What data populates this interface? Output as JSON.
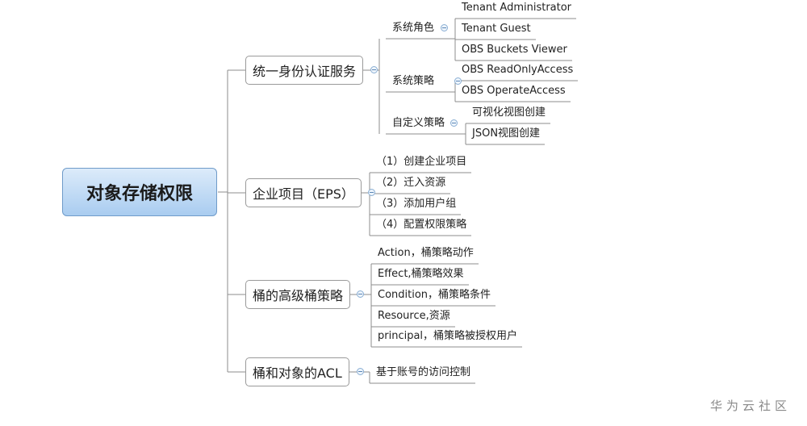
{
  "root": {
    "label": "对象存储权限"
  },
  "branches": [
    {
      "label": "统一身份认证服务",
      "groups": [
        {
          "label": "系统角色",
          "items": [
            "Tenant Administrator",
            "Tenant Guest",
            "OBS Buckets Viewer"
          ]
        },
        {
          "label": "系统策略",
          "items": [
            "OBS ReadOnlyAccess",
            "OBS OperateAccess"
          ]
        },
        {
          "label": "自定义策略",
          "items": [
            "可视化视图创建",
            "JSON视图创建"
          ]
        }
      ]
    },
    {
      "label": "企业项目（EPS）",
      "items": [
        "（1）创建企业项目",
        "（2）迁入资源",
        "（3）添加用户组",
        "（4）配置权限策略"
      ]
    },
    {
      "label": "桶的高级桶策略",
      "items": [
        "Action，桶策略动作",
        "Effect,桶策略效果",
        "Condition，桶策略条件",
        "Resource,资源",
        "principal，桶策略被授权用户"
      ]
    },
    {
      "label": "桶和对象的ACL",
      "items": [
        "基于账号的访问控制"
      ]
    }
  ],
  "watermark": "华为云社区"
}
